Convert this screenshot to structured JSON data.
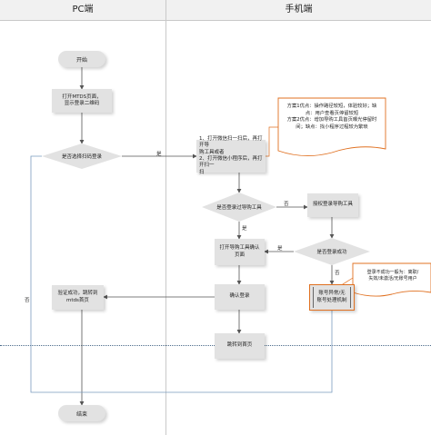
{
  "lanes": {
    "pc": "PC端",
    "mobile": "手机端"
  },
  "nodes": {
    "start": "开始",
    "open_mtds": "打开MTDS页面，\n显示登录二维码",
    "decision_scan": "是否选择扫码登录",
    "mobile_open": "1、打开微信扫一扫后，再打开导\n购工具或者\n2、打开微信小程序后，再打开扫一\n扫",
    "decision_logged_in": "是否登录过导购工具",
    "authorize_login": "授权登录导购工具",
    "open_tool_confirm": "打开导购工具确认\n页面",
    "decision_login_success": "是否登录成功",
    "confirm_login": "确认登录",
    "account_exception": "账号异常/无\n账号处理机制",
    "verify_success": "验证成功，跳转到\nmtds首页",
    "jump_home": "跳转到首页",
    "end": "结束"
  },
  "notes": {
    "plan_options": "方案1优点：操作路径较短，体验较好；缺\n点：用户查看页停留较短\n方案2优点：增加导购工具首页曝光停留时\n间；缺点：找小程序过程较为繁琐",
    "login_fail": "登录不成功一般为：离职/\n失效/未激活/无账号用户"
  },
  "edge_labels": {
    "yes": "是",
    "no": "否"
  },
  "colors": {
    "node_fill": "#e2e2e2",
    "note_border": "#e07020",
    "connector": "#555555",
    "loop_line": "#7a9bbf"
  }
}
